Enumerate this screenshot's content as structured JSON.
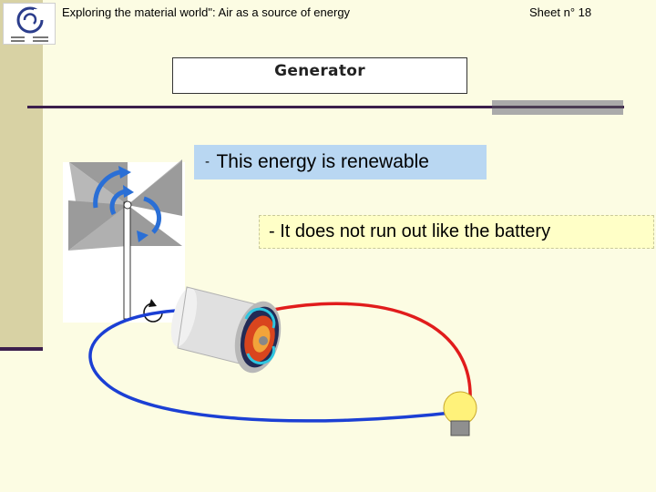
{
  "header": {
    "title": "Exploring the material world\": Air as a source of energy",
    "sheet": "Sheet n° 18"
  },
  "box": {
    "label": "Generator"
  },
  "bullets": [
    {
      "dash": "-",
      "text": "This energy is renewable"
    },
    {
      "text": "- It does not run out like the battery"
    }
  ],
  "colors": {
    "sidebar": "#d8d2a4",
    "rule": "#3c1f4d",
    "bullet1_bg": "#b9d7f2",
    "bullet2_bg": "#ffffc7",
    "wire_blue": "#1b3fd4",
    "wire_red": "#e11c1c",
    "bulb": "#fff27a",
    "arrow_blue": "#2a6fd6"
  },
  "illustration": {
    "icons": [
      "pinwheel-icon",
      "generator-icon",
      "lightbulb-icon",
      "rotation-arrow-icon",
      "council-of-europe-logo"
    ]
  }
}
